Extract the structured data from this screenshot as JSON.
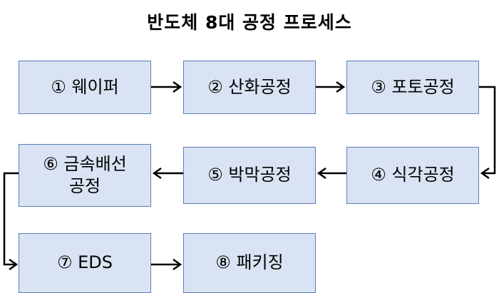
{
  "title": "반도체 8대 공정 프로세스",
  "steps": [
    {
      "label": "① 웨이퍼"
    },
    {
      "label": "② 산화공정"
    },
    {
      "label": "③ 포토공정"
    },
    {
      "label": "④ 식각공정"
    },
    {
      "label": "⑤ 박막공정"
    },
    {
      "label_line1": "⑥ 금속배선",
      "label_line2": "공정"
    },
    {
      "label": "⑦ EDS"
    },
    {
      "label": "⑧ 패키징"
    }
  ],
  "colors": {
    "box_fill": "#dae3f3",
    "box_border": "#5b7db8",
    "arrow": "#000000"
  }
}
